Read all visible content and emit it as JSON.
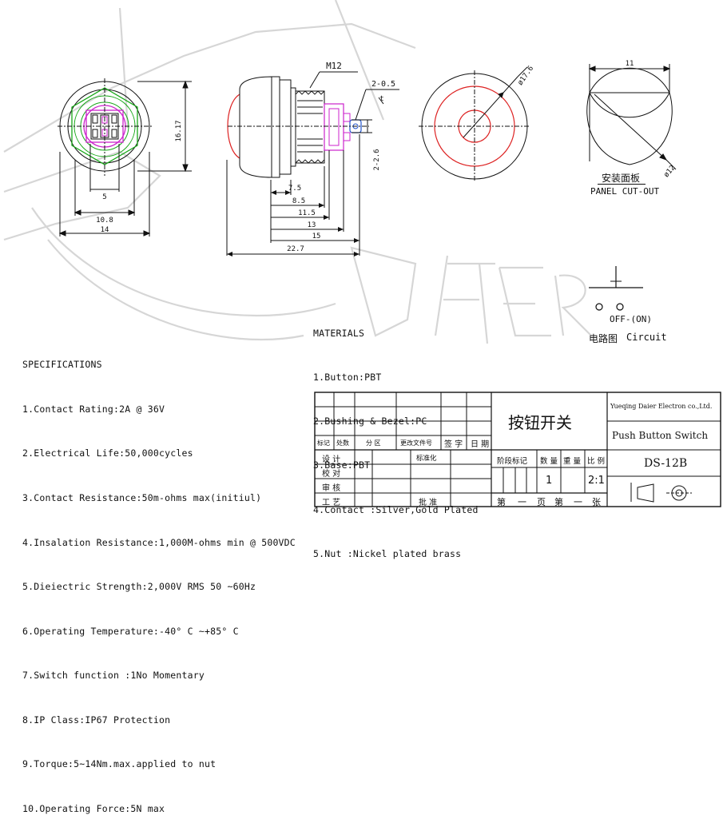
{
  "drawing": {
    "thread_label": "M12",
    "terminal_label": "2-0.5",
    "terminal_t": "t",
    "height_dim": "16.17",
    "terminal_gap": "2-2.6",
    "front_dims": [
      "5",
      "10.8",
      "14"
    ],
    "side_dims": [
      "7.5",
      "8.5",
      "11.5",
      "13",
      "15",
      "22.7"
    ],
    "diameter_label": "ø17.6",
    "cutout_width": "11",
    "cutout_diameter": "ø12"
  },
  "panel_cutout": {
    "title_cn": "安装面板",
    "title_en": "PANEL CUT-OUT"
  },
  "circuit": {
    "state": "OFF-(ON)",
    "label_cn": "电路图",
    "label_en": "Circuit"
  },
  "watermark": "DAIER",
  "materials": {
    "heading": "MATERIALS",
    "items": [
      "1.Button:PBT",
      "2.Bushing & Bezel:PC",
      "3.Base:PBT",
      "4.Contact :Silver,Gold Plated",
      "5.Nut :Nickel plated brass"
    ]
  },
  "specifications": {
    "heading": "SPECIFICATIONS",
    "items": [
      "1.Contact Rating:2A @ 36V",
      "2.Electrical Life:50,000cycles",
      "3.Contact Resistance:50m-ohms max(initiul)",
      "4.Insalation Resistance:1,000M-ohms min @ 500VDC",
      "5.Dieiectric Strength:2,000V RMS 50 ~60Hz",
      "6.Operating Temperature:-40° C ~+85° C",
      "7.Switch function :1No Momentary",
      "8.IP Class:IP67 Protection",
      "9.Torque:5~14Nm.max.applied to nut",
      "10.Operating Force:5N max"
    ]
  },
  "title_block": {
    "company": "Yueqing Daier Electron co.,Ltd.",
    "product_cn": "按钮开关",
    "product_en": "Push Button Switch",
    "part_no": "DS-12B",
    "rev_headers": [
      "标记",
      "处数",
      "分 区",
      "更改文件号",
      "签 字",
      "日 期"
    ],
    "rows": [
      "设 计",
      "校 对",
      "审 核",
      "工 艺"
    ],
    "standardize": "标准化",
    "approve": "批 准",
    "col_headers": [
      "阶段标记",
      "数 量",
      "重 量",
      "比 例"
    ],
    "quantity": "1",
    "scale": "2:1",
    "sheet": [
      "第",
      "一",
      "页",
      "第",
      "一",
      "张"
    ]
  }
}
